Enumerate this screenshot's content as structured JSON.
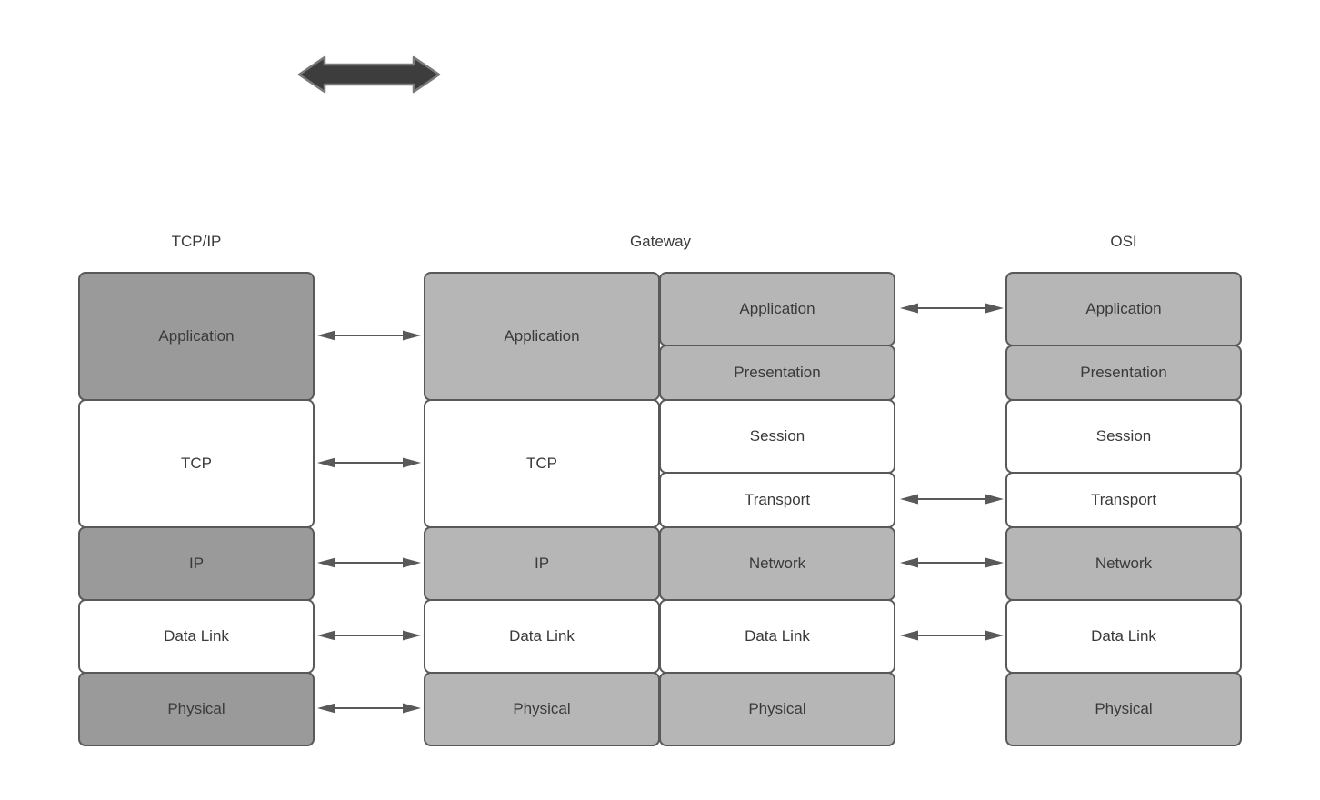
{
  "palette": {
    "tone_dark": "#9a9a9a",
    "tone_light": "#b6b6b6",
    "tone_white": "#ffffff",
    "stroke": "#595959",
    "arrow_fill": "#3d3d3d",
    "arrow_outline": "#7a7a7a",
    "text": "#3a3a3a"
  },
  "columns": {
    "tcpip": {
      "header": "TCP/IP",
      "layers": [
        {
          "label": "Application",
          "tone": "dark"
        },
        {
          "label": "TCP",
          "tone": "white"
        },
        {
          "label": "IP",
          "tone": "dark"
        },
        {
          "label": "Data Link",
          "tone": "white"
        },
        {
          "label": "Physical",
          "tone": "dark"
        }
      ]
    },
    "gateway": {
      "header": "Gateway",
      "left_layers": [
        {
          "label": "Application",
          "tone": "light"
        },
        {
          "label": "TCP",
          "tone": "white"
        },
        {
          "label": "IP",
          "tone": "light"
        },
        {
          "label": "Data Link",
          "tone": "white"
        },
        {
          "label": "Physical",
          "tone": "light"
        }
      ],
      "right_layers": [
        {
          "label": "Application",
          "tone": "light"
        },
        {
          "label": "Presentation",
          "tone": "light"
        },
        {
          "label": "Session",
          "tone": "white"
        },
        {
          "label": "Transport",
          "tone": "white"
        },
        {
          "label": "Network",
          "tone": "light"
        },
        {
          "label": "Data Link",
          "tone": "white"
        },
        {
          "label": "Physical",
          "tone": "light"
        }
      ]
    },
    "osi": {
      "header": "OSI",
      "layers": [
        {
          "label": "Application",
          "tone": "light"
        },
        {
          "label": "Presentation",
          "tone": "light"
        },
        {
          "label": "Session",
          "tone": "white"
        },
        {
          "label": "Transport",
          "tone": "white"
        },
        {
          "label": "Network",
          "tone": "light"
        },
        {
          "label": "Data Link",
          "tone": "white"
        },
        {
          "label": "Physical",
          "tone": "light"
        }
      ]
    }
  },
  "links": {
    "tcpip_gateway": [
      "Application",
      "TCP",
      "IP",
      "Data Link",
      "Physical"
    ],
    "gateway_osi": [
      "Application",
      "Transport",
      "Network",
      "Data Link"
    ]
  }
}
